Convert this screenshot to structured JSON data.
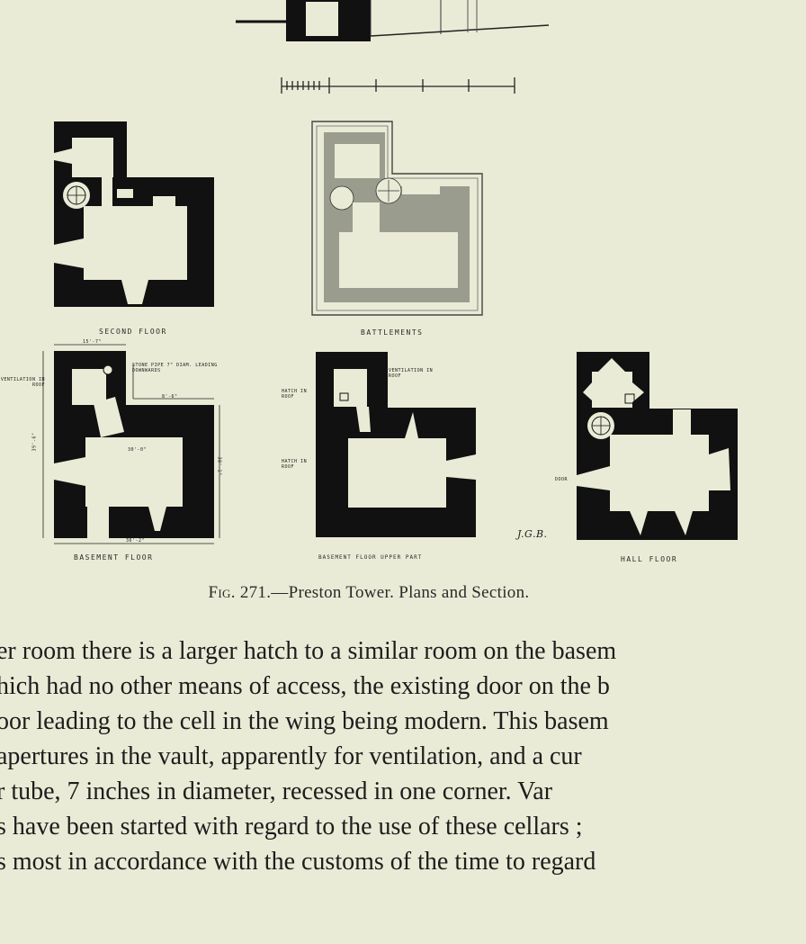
{
  "figure": {
    "caption_prefix": "Fig. 271.",
    "caption_text": "—Preston Tower.  Plans and Section.",
    "labels": {
      "second_floor": "SECOND FLOOR",
      "battlements": "BATTLEMENTS",
      "basement_floor": "BASEMENT FLOOR",
      "basement_upper": "BASEMENT FLOOR UPPER PART",
      "hall_floor": "HALL FLOOR",
      "ventilation_roof": "VENTILATION IN ROOF",
      "stone_pipe": "STONE PIPE 7\" DIAM. LEADING DOWNWARDS",
      "hatch_roof": "HATCH IN ROOF",
      "hatch_roof_2": "HATCH IN ROOF",
      "ventilation_roof_2": "VENTILATION IN ROOF",
      "door": "DOOR",
      "dim_top": "15'-7\"",
      "dim_side": "8'-6\"",
      "dim_height": "39'-6\"",
      "dim_bottom": "36'-2\"",
      "dim_right": "38'-1\"",
      "dim_inner": "30'-0\"",
      "signature": "J.G.B."
    }
  },
  "body": {
    "lines": [
      "er room there is a larger hatch to a similar room on the basem",
      "hich had no other means of access, the existing door on the b",
      "oor leading to the cell in the wing being modern.   This basem",
      " apertures in the vault, apparently for ventilation, and a cur",
      "r tube, 7 inches in diameter, recessed in one corner.   Var",
      "s have been started with regard to the use of these cellars ;",
      "s most in accordance with the customs of the time to regard"
    ]
  }
}
